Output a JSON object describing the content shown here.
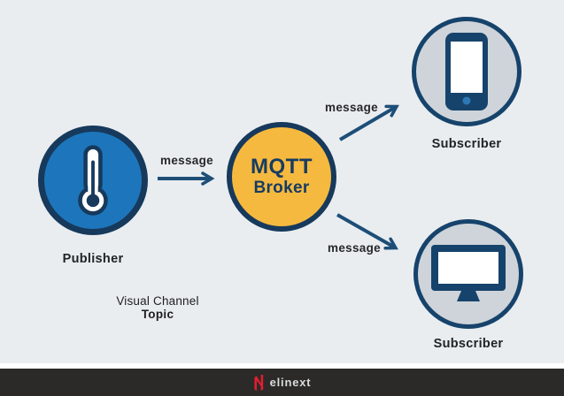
{
  "colors": {
    "canvas_bg": "#e9edf0",
    "footer_bg": "#2b2a29",
    "navy_border": "#16395c",
    "navy_arrow": "#1d4e77",
    "publisher_blue": "#1d76bb",
    "broker_yellow": "#f6b93f",
    "subscriber_gray": "#ced4d9",
    "logo_red": "#e41e2d",
    "logo_text_gray": "#d9dbdc",
    "label_dark": "#212427"
  },
  "nodes": {
    "publisher": {
      "label": "Publisher",
      "icon": "thermometer-icon"
    },
    "broker": {
      "line1": "MQTT",
      "line2": "Broker"
    },
    "subscriber_top": {
      "label": "Subscriber",
      "icon": "smartphone-icon"
    },
    "subscriber_bottom": {
      "label": "Subscriber",
      "icon": "monitor-icon"
    }
  },
  "edges": [
    {
      "label": "message",
      "from": "publisher",
      "to": "broker"
    },
    {
      "label": "message",
      "from": "broker",
      "to": "subscriber_top"
    },
    {
      "label": "message",
      "from": "broker",
      "to": "subscriber_bottom"
    }
  ],
  "caption": {
    "line1": "Visual Channel",
    "line2": "Topic"
  },
  "footer": {
    "brand": "elinext"
  }
}
